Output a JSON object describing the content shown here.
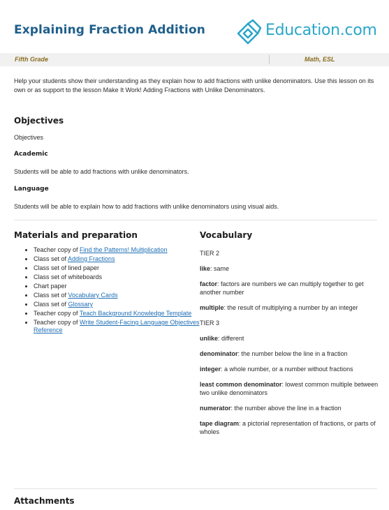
{
  "header": {
    "title": "Explaining Fraction Addition",
    "brand": "Education.com",
    "grade": "Fifth Grade",
    "subject": "Math, ESL"
  },
  "intro": "Help your students show their understanding as they explain how to add fractions with unlike denominators. Use this lesson on its own or as support to the lesson Make It Work! Adding Fractions with Unlike Denominators.",
  "objectives": {
    "heading": "Objectives",
    "text": "Objectives",
    "academic_heading": "Academic",
    "academic_text": "Students will be able to add fractions with unlike denominators.",
    "language_heading": "Language",
    "language_text": "Students will be able to explain how to add fractions with unlike denominators using visual aids."
  },
  "materials": {
    "heading": "Materials and preparation",
    "items": [
      {
        "prefix": "Teacher copy of ",
        "link": "Find the Patterns! Multiplication"
      },
      {
        "prefix": "Class set of ",
        "link": "Adding Fractions"
      },
      {
        "prefix": "Class set of lined paper",
        "link": ""
      },
      {
        "prefix": "Class set of whiteboards",
        "link": ""
      },
      {
        "prefix": "Chart paper",
        "link": ""
      },
      {
        "prefix": "Class set of ",
        "link": "Vocabulary Cards"
      },
      {
        "prefix": "Class set of ",
        "link": "Glossary"
      },
      {
        "prefix": "Teacher copy of ",
        "link": "Teach Background Knowledge Template"
      },
      {
        "prefix": "Teacher copy of ",
        "link": "Write Student-Facing Language Objectives Reference"
      }
    ]
  },
  "vocabulary": {
    "heading": "Vocabulary",
    "tier2": "TIER 2",
    "tier3": "TIER 3",
    "tier2_terms": [
      {
        "term": "like",
        "def": ": same"
      },
      {
        "term": "factor",
        "def": ": factors are numbers we can multiply together to get another number"
      },
      {
        "term": "multiple",
        "def": ": the result of multiplying a number by an integer"
      }
    ],
    "tier3_terms": [
      {
        "term": "unlike",
        "def": ": different"
      },
      {
        "term": "denominator",
        "def": ": the number below the line in a fraction"
      },
      {
        "term": "integer",
        "def": ": a whole number, or a number without fractions"
      },
      {
        "term": "least common denominator",
        "def": ": lowest common multiple between two unlike denominators"
      },
      {
        "term": "numerator",
        "def": ": the number above the line in a fraction"
      },
      {
        "term": "tape diagram",
        "def": ": a pictorial representation of fractions, or parts of wholes"
      }
    ]
  },
  "attachments": {
    "heading": "Attachments"
  },
  "colors": {
    "title": "#1f5f8b",
    "brand": "#2aa6c8",
    "meta": "#8a6d1e",
    "link": "#1f6fb5"
  }
}
